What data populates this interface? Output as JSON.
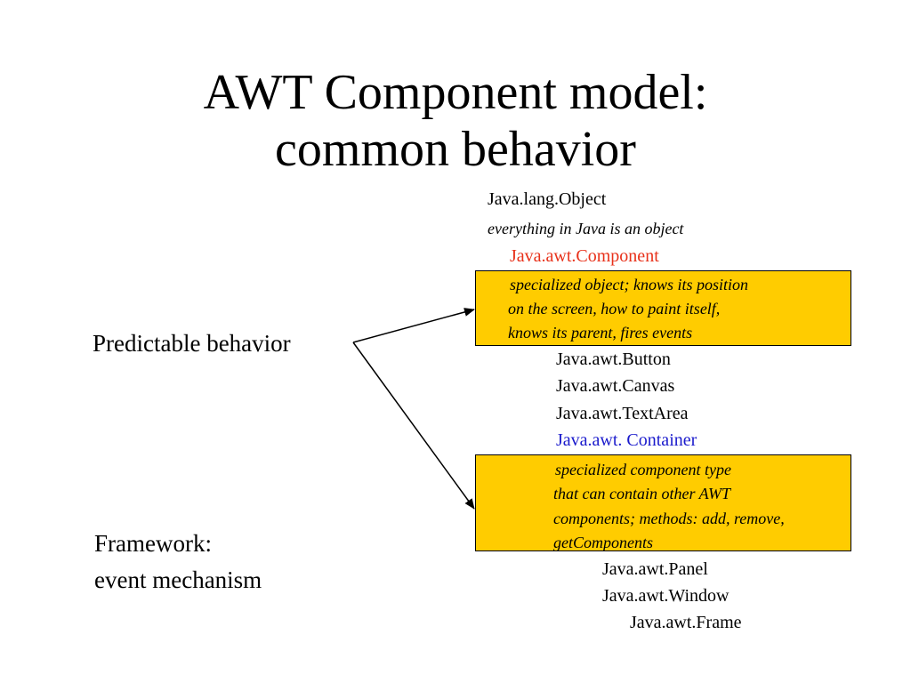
{
  "title": {
    "line1": "AWT Component model:",
    "line2": "common behavior"
  },
  "left_labels": {
    "predictable": "Predictable behavior",
    "framework_line1": "Framework:",
    "framework_line2": "event mechanism"
  },
  "hierarchy": {
    "object": "Java.lang.Object",
    "object_note": "everything in Java is an object",
    "component": "Java.awt.Component",
    "component_box": [
      "specialized object; knows its position",
      "on the screen, how to paint itself,",
      "knows its parent, fires events"
    ],
    "button": "Java.awt.Button",
    "canvas": "Java.awt.Canvas",
    "textarea": "Java.awt.TextArea",
    "container": "Java.awt. Container",
    "container_box": [
      "specialized component type",
      "that can contain other AWT",
      "components; methods: add, remove,",
      "getComponents"
    ],
    "panel": "Java.awt.Panel",
    "window": "Java.awt.Window",
    "frame": "Java.awt.Frame"
  },
  "colors": {
    "box_fill": "#ffcc00",
    "component_text": "#e8311a",
    "container_text": "#1a1acc",
    "arrow": "#000000"
  }
}
